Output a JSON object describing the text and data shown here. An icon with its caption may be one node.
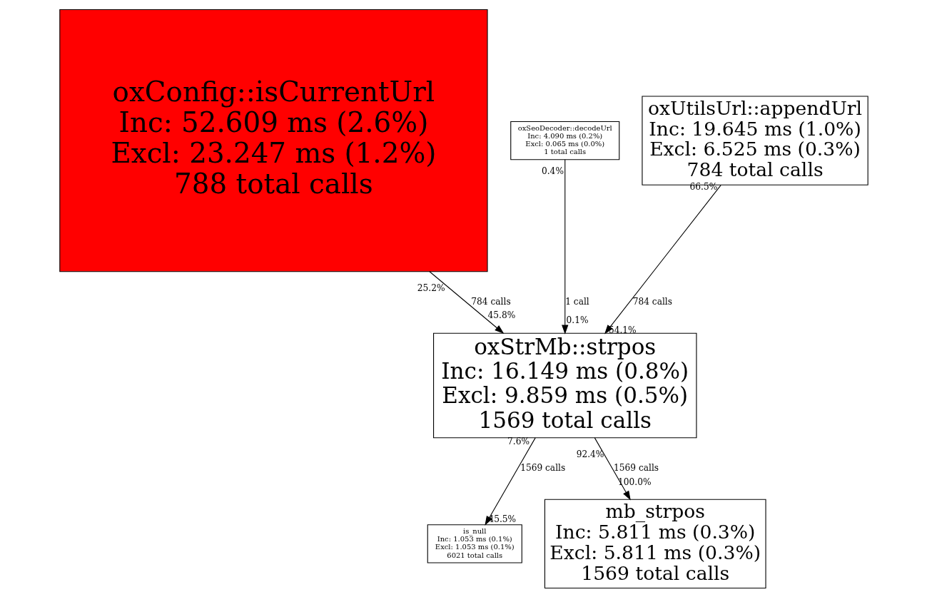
{
  "diagram": {
    "nodes": [
      {
        "text": [
          "oxConfig::isCurrentUrl",
          "Inc: 52.609 ms (2.6%)",
          "Excl: 23.247 ms (1.2%)",
          "788 total calls"
        ]
      },
      {
        "text": [
          "oxSeoDecoder::decodeUrl",
          "Inc: 4.090 ms (0.2%)",
          "Excl: 0.065 ms (0.0%)",
          "1 total calls"
        ]
      },
      {
        "text": [
          "oxUtilsUrl::appendUrl",
          "Inc: 19.645 ms (1.0%)",
          "Excl: 6.525 ms (0.3%)",
          "784 total calls"
        ]
      },
      {
        "text": [
          "oxStrMb::strpos",
          "Inc: 16.149 ms (0.8%)",
          "Excl: 9.859 ms (0.5%)",
          "1569 total calls"
        ]
      },
      {
        "text": [
          "is_null",
          "Inc: 1.053 ms (0.1%)",
          "Excl: 1.053 ms (0.1%)",
          "6021 total calls"
        ]
      },
      {
        "text": [
          "mb_strpos",
          "Inc: 5.811 ms (0.3%)",
          "Excl: 5.811 ms (0.3%)",
          "1569 total calls"
        ]
      }
    ],
    "edges": [
      {
        "from": 0,
        "to": 3,
        "arrow": "to",
        "label": "784 calls"
      },
      {
        "from": 1,
        "to": 3,
        "arrow": "to",
        "label": "1 call"
      },
      {
        "from": 2,
        "to": 3,
        "arrow": "to",
        "label": "784 calls"
      },
      {
        "from": 3,
        "to": 4,
        "arrow": "to",
        "label": "1569 calls"
      },
      {
        "from": 3,
        "to": 5,
        "arrow": "to",
        "label": "1569 calls"
      }
    ],
    "labels": [
      "0.4%",
      "66.5%",
      "25.2%",
      "45.8%",
      "0.1%",
      "54.1%",
      "7.6%",
      "92.4%",
      "100.0%",
      "45.5%"
    ]
  }
}
